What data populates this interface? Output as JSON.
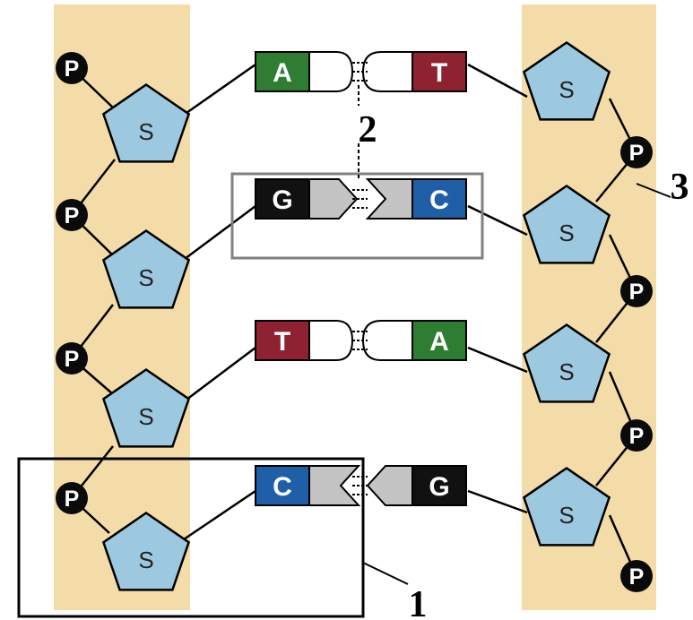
{
  "colors": {
    "backbone": "#F3DCA8",
    "sugar": "#9CC9E0",
    "phosphate": "#0A0A0A",
    "A": "#2E7D32",
    "T": "#8E2230",
    "G": "#111111",
    "C": "#1F5FA8",
    "purine_grey": "#C4C4C4",
    "line": "#000000",
    "box_grey": "#808080"
  },
  "symbols": {
    "phosphate": "P",
    "sugar": "S"
  },
  "pairs": [
    {
      "left": "A",
      "right": "T",
      "shape": "round"
    },
    {
      "left": "G",
      "right": "C",
      "shape": "arrow-right"
    },
    {
      "left": "T",
      "right": "A",
      "shape": "round"
    },
    {
      "left": "C",
      "right": "G",
      "shape": "arrow-left"
    }
  ],
  "labels": {
    "nucleotide": "1",
    "hydrogen_bond": "2",
    "backbone": "3"
  }
}
